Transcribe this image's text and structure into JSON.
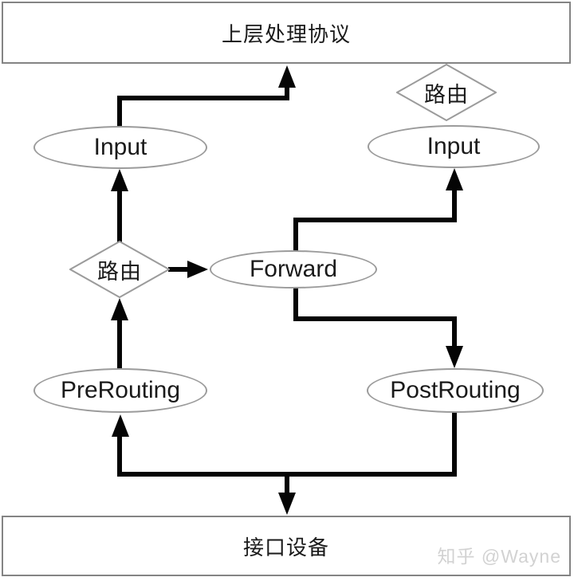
{
  "diagram": {
    "top_box": "上层处理协议",
    "bottom_box": "接口设备",
    "ellipses": {
      "input_left": "Input",
      "input_right": "Input",
      "forward": "Forward",
      "prerouting": "PreRouting",
      "postrouting": "PostRouting"
    },
    "diamonds": {
      "route_left": "路由",
      "route_top": "路由"
    },
    "watermark": "知乎 @Wayne",
    "colors": {
      "background": "#ffffff",
      "connector": "#050505",
      "node_stroke": "#9b9b9b",
      "box_stroke": "#848484",
      "text": "#1a1a1a",
      "watermark": "#d2d2d2"
    },
    "edges": [
      {
        "from": "input_left",
        "to": "top_box"
      },
      {
        "from": "route_left",
        "to": "input_left"
      },
      {
        "from": "route_left",
        "to": "forward"
      },
      {
        "from": "prerouting",
        "to": "route_left"
      },
      {
        "from": "forward",
        "to": "input_right"
      },
      {
        "from": "forward",
        "to": "postrouting"
      },
      {
        "from": "postrouting",
        "to": "bottom_box"
      },
      {
        "from": "bottom_box",
        "to": "prerouting"
      }
    ]
  }
}
